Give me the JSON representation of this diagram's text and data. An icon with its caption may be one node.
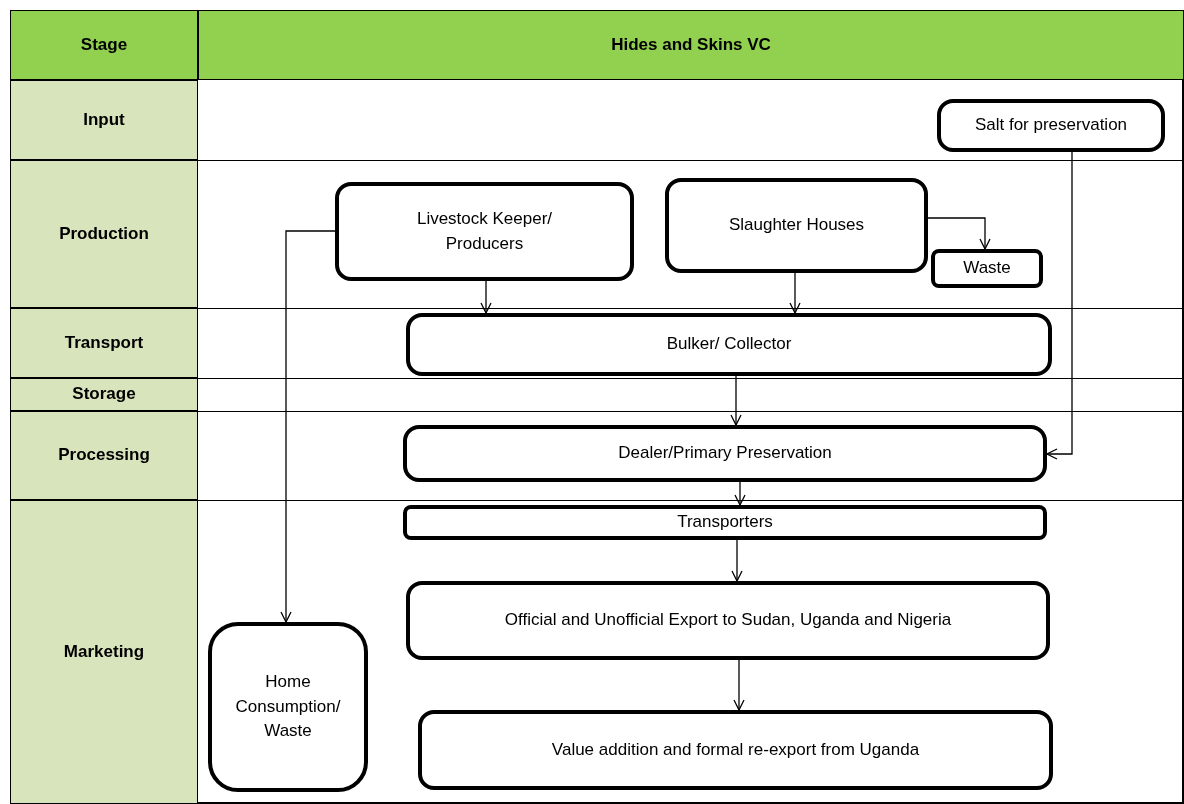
{
  "diagram": {
    "nodes": [
      {
        "text": [
          "Stage"
        ]
      },
      {
        "text": [
          "Hides and Skins VC"
        ]
      },
      {
        "text": [
          "Input"
        ]
      },
      {
        "text": [
          "Production"
        ]
      },
      {
        "text": [
          "Transport"
        ]
      },
      {
        "text": [
          "Storage"
        ]
      },
      {
        "text": [
          "Processing"
        ]
      },
      {
        "text": [
          "Marketing"
        ]
      },
      {
        "text": [
          "Salt for preservation"
        ]
      },
      {
        "text": [
          "Livestock Keeper/ Producers"
        ]
      },
      {
        "text": [
          "Slaughter Houses"
        ]
      },
      {
        "text": [
          "Waste"
        ]
      },
      {
        "text": [
          "Bulker/ Collector"
        ]
      },
      {
        "text": [
          "Dealer/Primary Preservation"
        ]
      },
      {
        "text": [
          "Transporters"
        ]
      },
      {
        "text": [
          "Official and Unofficial Export to Sudan, Uganda and Nigeria"
        ]
      },
      {
        "text": [
          "Home Consumption/ Waste"
        ]
      },
      {
        "text": [
          "Value addition and formal re-export from Uganda"
        ]
      }
    ],
    "edges": [
      {
        "from": 9,
        "to": 12,
        "arrow": "to"
      },
      {
        "from": 10,
        "to": 12,
        "arrow": "to"
      },
      {
        "from": 10,
        "to": 11,
        "arrow": "to"
      },
      {
        "from": 12,
        "to": 13,
        "arrow": "to"
      },
      {
        "from": 8,
        "to": 13,
        "arrow": "to"
      },
      {
        "from": 13,
        "to": 14,
        "arrow": "to"
      },
      {
        "from": 14,
        "to": 15,
        "arrow": "to"
      },
      {
        "from": 15,
        "to": 17,
        "arrow": "to"
      },
      {
        "from": 9,
        "to": 16,
        "arrow": "to"
      }
    ]
  }
}
